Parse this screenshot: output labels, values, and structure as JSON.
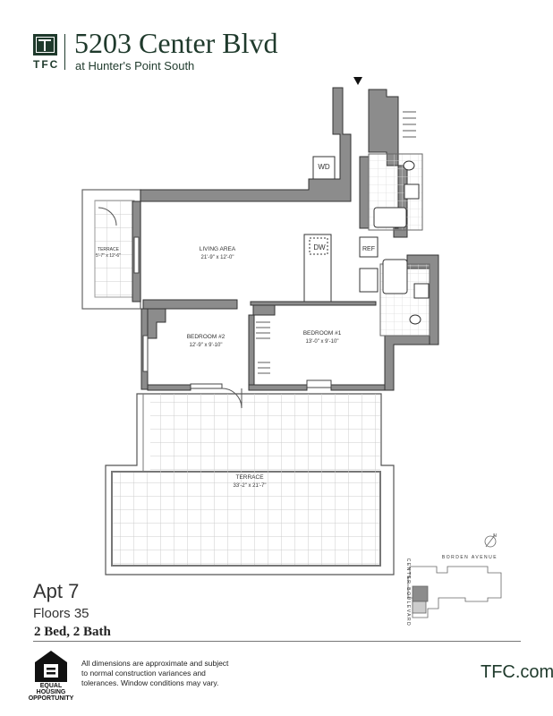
{
  "header": {
    "logo_text": "TFC",
    "title": "5203 Center Blvd",
    "subtitle": "at Hunter's Point South"
  },
  "plan": {
    "rooms": [
      {
        "name": "LIVING AREA",
        "dims": "21'-9\" x 12'-0\""
      },
      {
        "name": "BEDROOM #2",
        "dims": "12'-9\" x 9'-10\""
      },
      {
        "name": "BEDROOM #1",
        "dims": "13'-0\" x 9'-10\""
      },
      {
        "name": "TERRACE",
        "dims": "5'-7\" x 12'-6\""
      },
      {
        "name": "TERRACE",
        "dims": "33'-2\" x 21'-7\""
      }
    ],
    "fixtures": {
      "washer_dryer": "WD",
      "dishwasher": "DW",
      "refrigerator": "REF"
    },
    "keyplan": {
      "street_top": "BORDEN AVENUE",
      "street_left": "CENTER BOULEVARD",
      "compass": "N"
    }
  },
  "unit": {
    "apt": "Apt 7",
    "floors": "Floors 35",
    "beds_baths": "2 Bed, 2 Bath"
  },
  "footer": {
    "eho_label": "EQUAL HOUSING OPPORTUNITY",
    "disclaimer": "All dimensions are approximate and subject to normal construction variances and tolerances. Window conditions may vary.",
    "website": "TFC.com"
  },
  "colors": {
    "brand": "#1f3a2c",
    "wall": "#8c8c8c"
  }
}
